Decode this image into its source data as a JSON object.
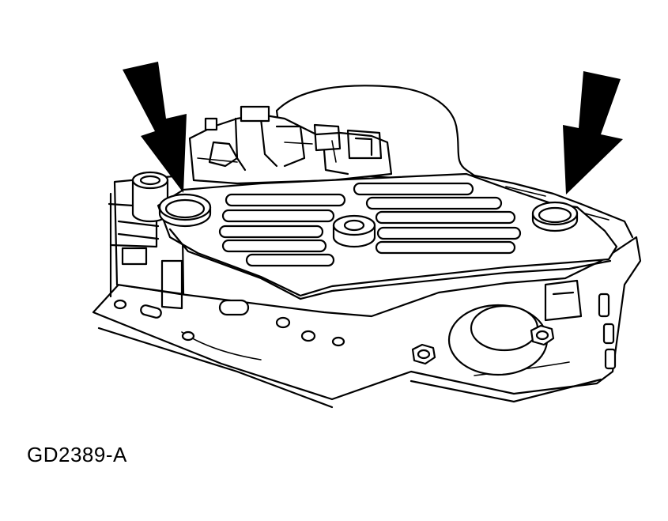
{
  "figure": {
    "code": "GD2389-A"
  },
  "indicators": [
    {
      "name": "left-arrow",
      "points_to": "left-seal"
    },
    {
      "name": "right-arrow",
      "points_to": "right-seal"
    }
  ],
  "ink_color": "#000000",
  "background_color": "#ffffff"
}
